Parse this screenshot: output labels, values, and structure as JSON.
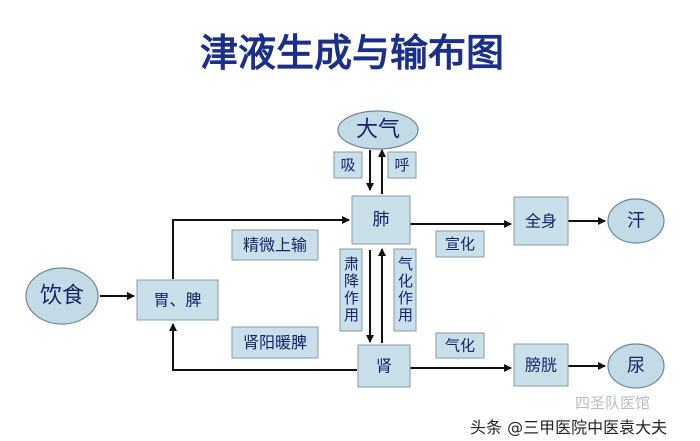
{
  "title": "津液生成与输布图",
  "nodes": {
    "daqi": "大气",
    "xi": "吸",
    "hu": "呼",
    "fei": "肺",
    "jingwei": "精微上输",
    "weipi": "胃、脾",
    "yinshi": "饮食",
    "shenyang": "肾阳暖脾",
    "sujiang": "肃降作用",
    "qihua_v": "气化作用",
    "shen": "肾",
    "xuanhua": "宣化",
    "quanshen": "全身",
    "han": "汗",
    "qihua": "气化",
    "pangguang": "膀胱",
    "niao": "尿"
  },
  "watermark": {
    "main": "头条 @三甲医院中医袁大夫",
    "faint": "四圣队医馆"
  },
  "colors": {
    "title": "#1c2f86",
    "text": "#14246a",
    "box": "#c9dfe9"
  }
}
